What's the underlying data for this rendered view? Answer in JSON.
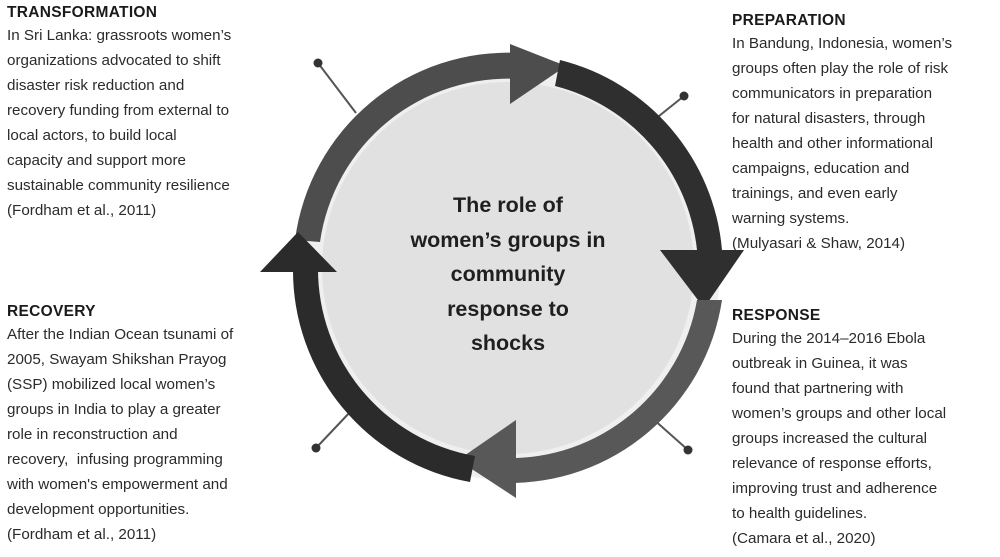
{
  "center": {
    "lines": [
      "The role of",
      "women’s groups in",
      "community",
      "response to",
      "shocks"
    ]
  },
  "sections": {
    "transformation": {
      "heading": "TRANSFORMATION",
      "lines": [
        "In Sri Lanka: grassroots women’s",
        "organizations advocated to shift",
        "disaster risk reduction and",
        "recovery funding from external to",
        "local actors, to build local",
        "capacity and support more",
        "sustainable community resilience",
        "(Fordham et al., 2011)"
      ]
    },
    "preparation": {
      "heading": "PREPARATION",
      "lines": [
        "In Bandung, Indonesia, women’s",
        "groups often play the role of risk",
        "communicators in preparation",
        "for natural disasters, through",
        "health and other informational",
        "campaigns, education and",
        "trainings, and even early",
        "warning systems.",
        "(Mulyasari & Shaw, 2014)"
      ]
    },
    "recovery": {
      "heading": "RECOVERY",
      "lines": [
        "After the Indian Ocean tsunami of",
        "2005, Swayam Shikshan Prayog",
        "(SSP) mobilized local women’s",
        "groups in India to play a greater",
        "role in reconstruction and",
        "recovery,  infusing programming",
        "with women's empowerment and",
        "development opportunities.",
        "(Fordham et al., 2011)"
      ]
    },
    "response": {
      "heading": "RESPONSE",
      "lines": [
        "During the 2014–2016 Ebola",
        "outbreak in Guinea, it was",
        "found that partnering with",
        "women’s groups and other local",
        "groups increased the cultural",
        "relevance of response efforts,",
        "improving trust and adherence",
        "to health guidelines.",
        "(Camara et al., 2020)"
      ]
    }
  },
  "colors": {
    "background": "#ffffff",
    "inner_disc": "#e1e1e1",
    "inner_gap": "#efefef",
    "segment_top_left": "#4d4d4d",
    "segment_right": "#2f2f2f",
    "segment_bottom": "#585858",
    "segment_left": "#2b2b2b",
    "connector": "#444444"
  }
}
